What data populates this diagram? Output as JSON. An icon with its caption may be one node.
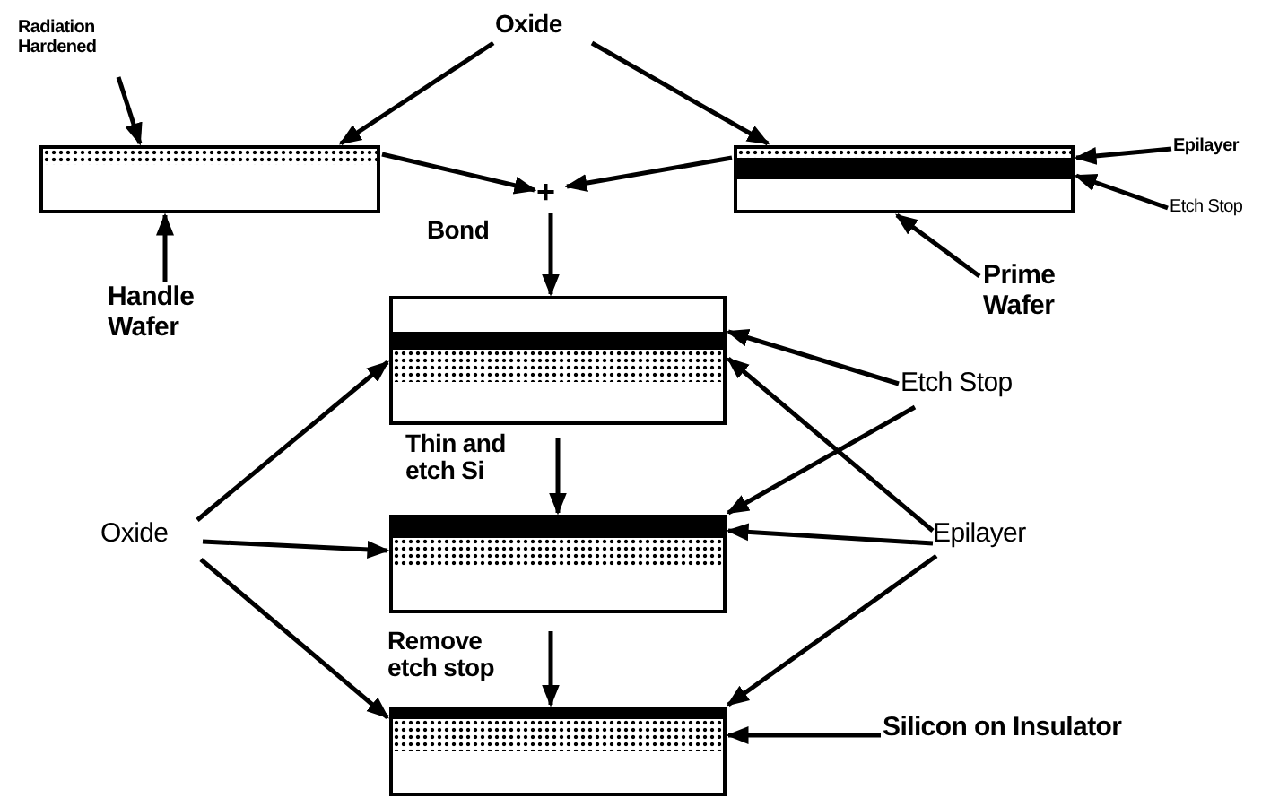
{
  "diagram": {
    "nodes": [
      {
        "text": [
          "Radiation Hardened"
        ]
      },
      {
        "text": [
          "Oxide"
        ]
      },
      {
        "text": [],
        "shape": "picture"
      },
      {
        "text": [
          "+"
        ]
      },
      {
        "text": [],
        "shape": "picture"
      },
      {
        "text": [
          "Epilayer"
        ]
      },
      {
        "text": [
          "Etch Stop"
        ]
      },
      {
        "text": [
          "Handle Wafer"
        ]
      },
      {
        "text": [
          "Prime Wafer"
        ]
      },
      {
        "text": [],
        "shape": "picture"
      },
      {
        "text": [
          "Etch Stop"
        ]
      },
      {
        "text": [
          "Oxide"
        ]
      },
      {
        "text": [],
        "shape": "picture"
      },
      {
        "text": [
          "Epilayer"
        ]
      },
      {
        "text": [],
        "shape": "picture"
      },
      {
        "text": [
          "Silicon on Insulator"
        ]
      }
    ],
    "edges": [
      {
        "from": 0,
        "to": 2,
        "arrow": "to"
      },
      {
        "from": 1,
        "to": 2,
        "arrow": "to"
      },
      {
        "from": 1,
        "to": 4,
        "arrow": "to"
      },
      {
        "from": 2,
        "to": 3,
        "arrow": "to"
      },
      {
        "from": 4,
        "to": 3,
        "arrow": "to"
      },
      {
        "from": 3,
        "to": 9,
        "arrow": "to",
        "label": "Bond"
      },
      {
        "from": 5,
        "to": 4,
        "arrow": "to"
      },
      {
        "from": 6,
        "to": 4,
        "arrow": "to"
      },
      {
        "from": 7,
        "to": 2,
        "arrow": "to"
      },
      {
        "from": 8,
        "to": 4,
        "arrow": "to"
      },
      {
        "from": 10,
        "to": 9,
        "arrow": "to"
      },
      {
        "from": 10,
        "to": 12,
        "arrow": "to"
      },
      {
        "from": 11,
        "to": 9,
        "arrow": "to"
      },
      {
        "from": 11,
        "to": 12,
        "arrow": "to"
      },
      {
        "from": 11,
        "to": 14,
        "arrow": "to"
      },
      {
        "from": 13,
        "to": 9,
        "arrow": "to"
      },
      {
        "from": 13,
        "to": 12,
        "arrow": "to"
      },
      {
        "from": 13,
        "to": 14,
        "arrow": "to"
      },
      {
        "from": 9,
        "to": 12,
        "arrow": "to",
        "label": "Thin and etch Si"
      },
      {
        "from": 12,
        "to": 14,
        "arrow": "to",
        "label": "Remove etch stop"
      },
      {
        "from": 15,
        "to": 14,
        "arrow": "to"
      }
    ]
  }
}
